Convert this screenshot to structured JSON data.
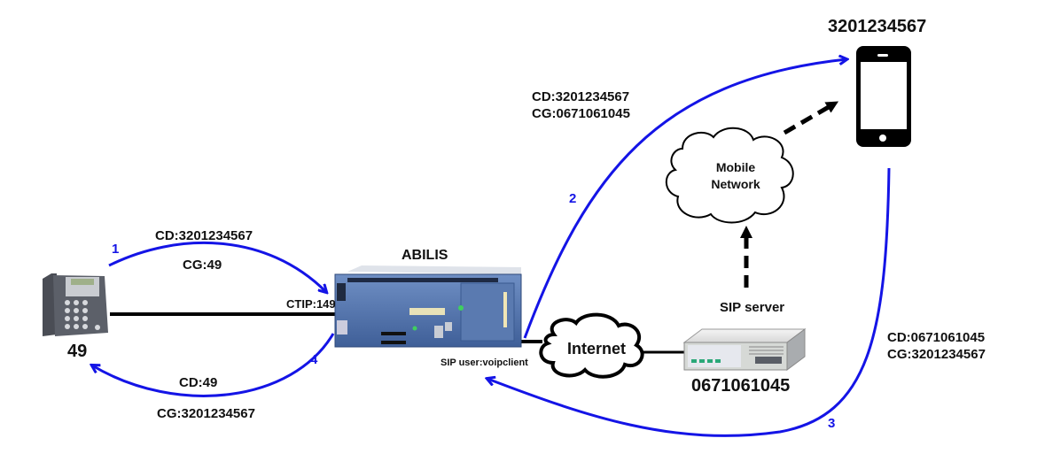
{
  "diagram": {
    "title": "ABILIS call forwarding via SIP to mobile",
    "colors": {
      "flow_arrow": "#1414e6",
      "link": "#000000",
      "abilis_body": "#5b7fb8",
      "background": "#ffffff"
    },
    "nodes": {
      "phone": {
        "label": "49",
        "icon": "desk-phone-icon"
      },
      "abilis": {
        "label": "ABILIS",
        "port_label": "CTIP:149",
        "sip_label": "SIP user:voipclient",
        "icon": "abilis-appliance-icon"
      },
      "internet": {
        "label": "Internet",
        "icon": "cloud-icon"
      },
      "sip_server": {
        "label": "SIP server",
        "number": "0671061045",
        "icon": "server-icon"
      },
      "mobile_network": {
        "line1": "Mobile",
        "line2": "Network",
        "icon": "cloud-icon"
      },
      "mobile": {
        "label": "3201234567",
        "icon": "smartphone-icon"
      }
    },
    "flows": [
      {
        "step": "1",
        "cd": "CD:3201234567",
        "cg": "CG:49"
      },
      {
        "step": "2",
        "cd": "CD:3201234567",
        "cg": "CG:0671061045"
      },
      {
        "step": "3",
        "cd": "CD:0671061045",
        "cg": "CG:3201234567"
      },
      {
        "step": "4",
        "cd": "CD:49",
        "cg": "CG:3201234567"
      }
    ]
  }
}
